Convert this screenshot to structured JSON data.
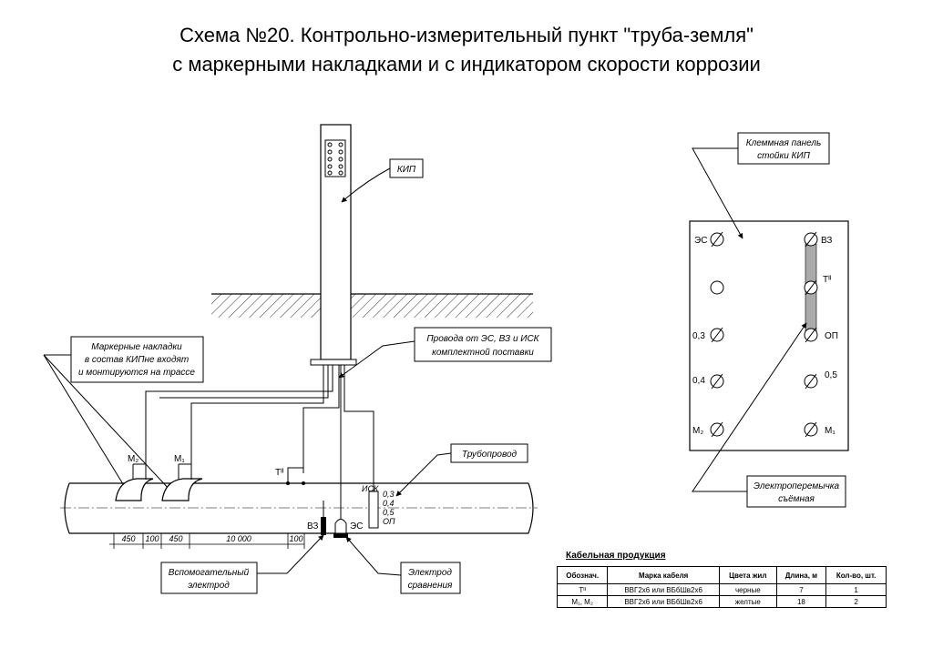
{
  "title": {
    "line1": "Схема №20. Контрольно-измерительный пункт \"труба-земля\"",
    "line2": "с маркерными накладками и с индикатором скорости коррозии"
  },
  "callouts": {
    "kip": "КИП",
    "markers_1": "Маркерные накладки",
    "markers_2": "в состав КИПне входят",
    "markers_3": "и монтируются на трассе",
    "wires_1": "Провода от ЭС, ВЗ и ИСК",
    "wires_2": "комплектной поставки",
    "pipeline": "Трубопровод",
    "aux_electrode_1": "Вспомогательный",
    "aux_electrode_2": "электрод",
    "ref_electrode_1": "Электрод",
    "ref_electrode_2": "сравнения",
    "panel_1": "Клеммная панель",
    "panel_2": "стойки КИП",
    "jumper_1": "Электроперемычка",
    "jumper_2": "съёмная"
  },
  "pipe_labels": {
    "m2": "М₂",
    "m1": "М₁",
    "t": "Тᴵᴵ",
    "vz": "ВЗ",
    "es": "ЭС",
    "isk": "ИСК",
    "isk_03": "0,3",
    "isk_04": "0,4",
    "isk_05": "0,5",
    "isk_op": "ОП"
  },
  "dimensions": [
    "450",
    "100",
    "450",
    "10 000",
    "100"
  ],
  "panel_terminals": {
    "es": "ЭС",
    "vz": "ВЗ",
    "t": "Тᴵᴵ",
    "v03": "0,3",
    "op": "ОП",
    "v04": "0,4",
    "v05": "0,5",
    "m2": "М₂",
    "m1": "М₁"
  },
  "table": {
    "caption": "Кабельная продукция",
    "headers": [
      "Обознач.",
      "Марка кабеля",
      "Цвета жил",
      "Длина, м",
      "Кол-во, шт."
    ],
    "rows": [
      [
        "Тᴵᴵ",
        "ВВГ2х6 или ВБбШв2х6",
        "черные",
        "7",
        "1"
      ],
      [
        "М₁, М₂",
        "ВВГ2х6 или ВБбШв2х6",
        "желтые",
        "18",
        "2"
      ]
    ]
  }
}
